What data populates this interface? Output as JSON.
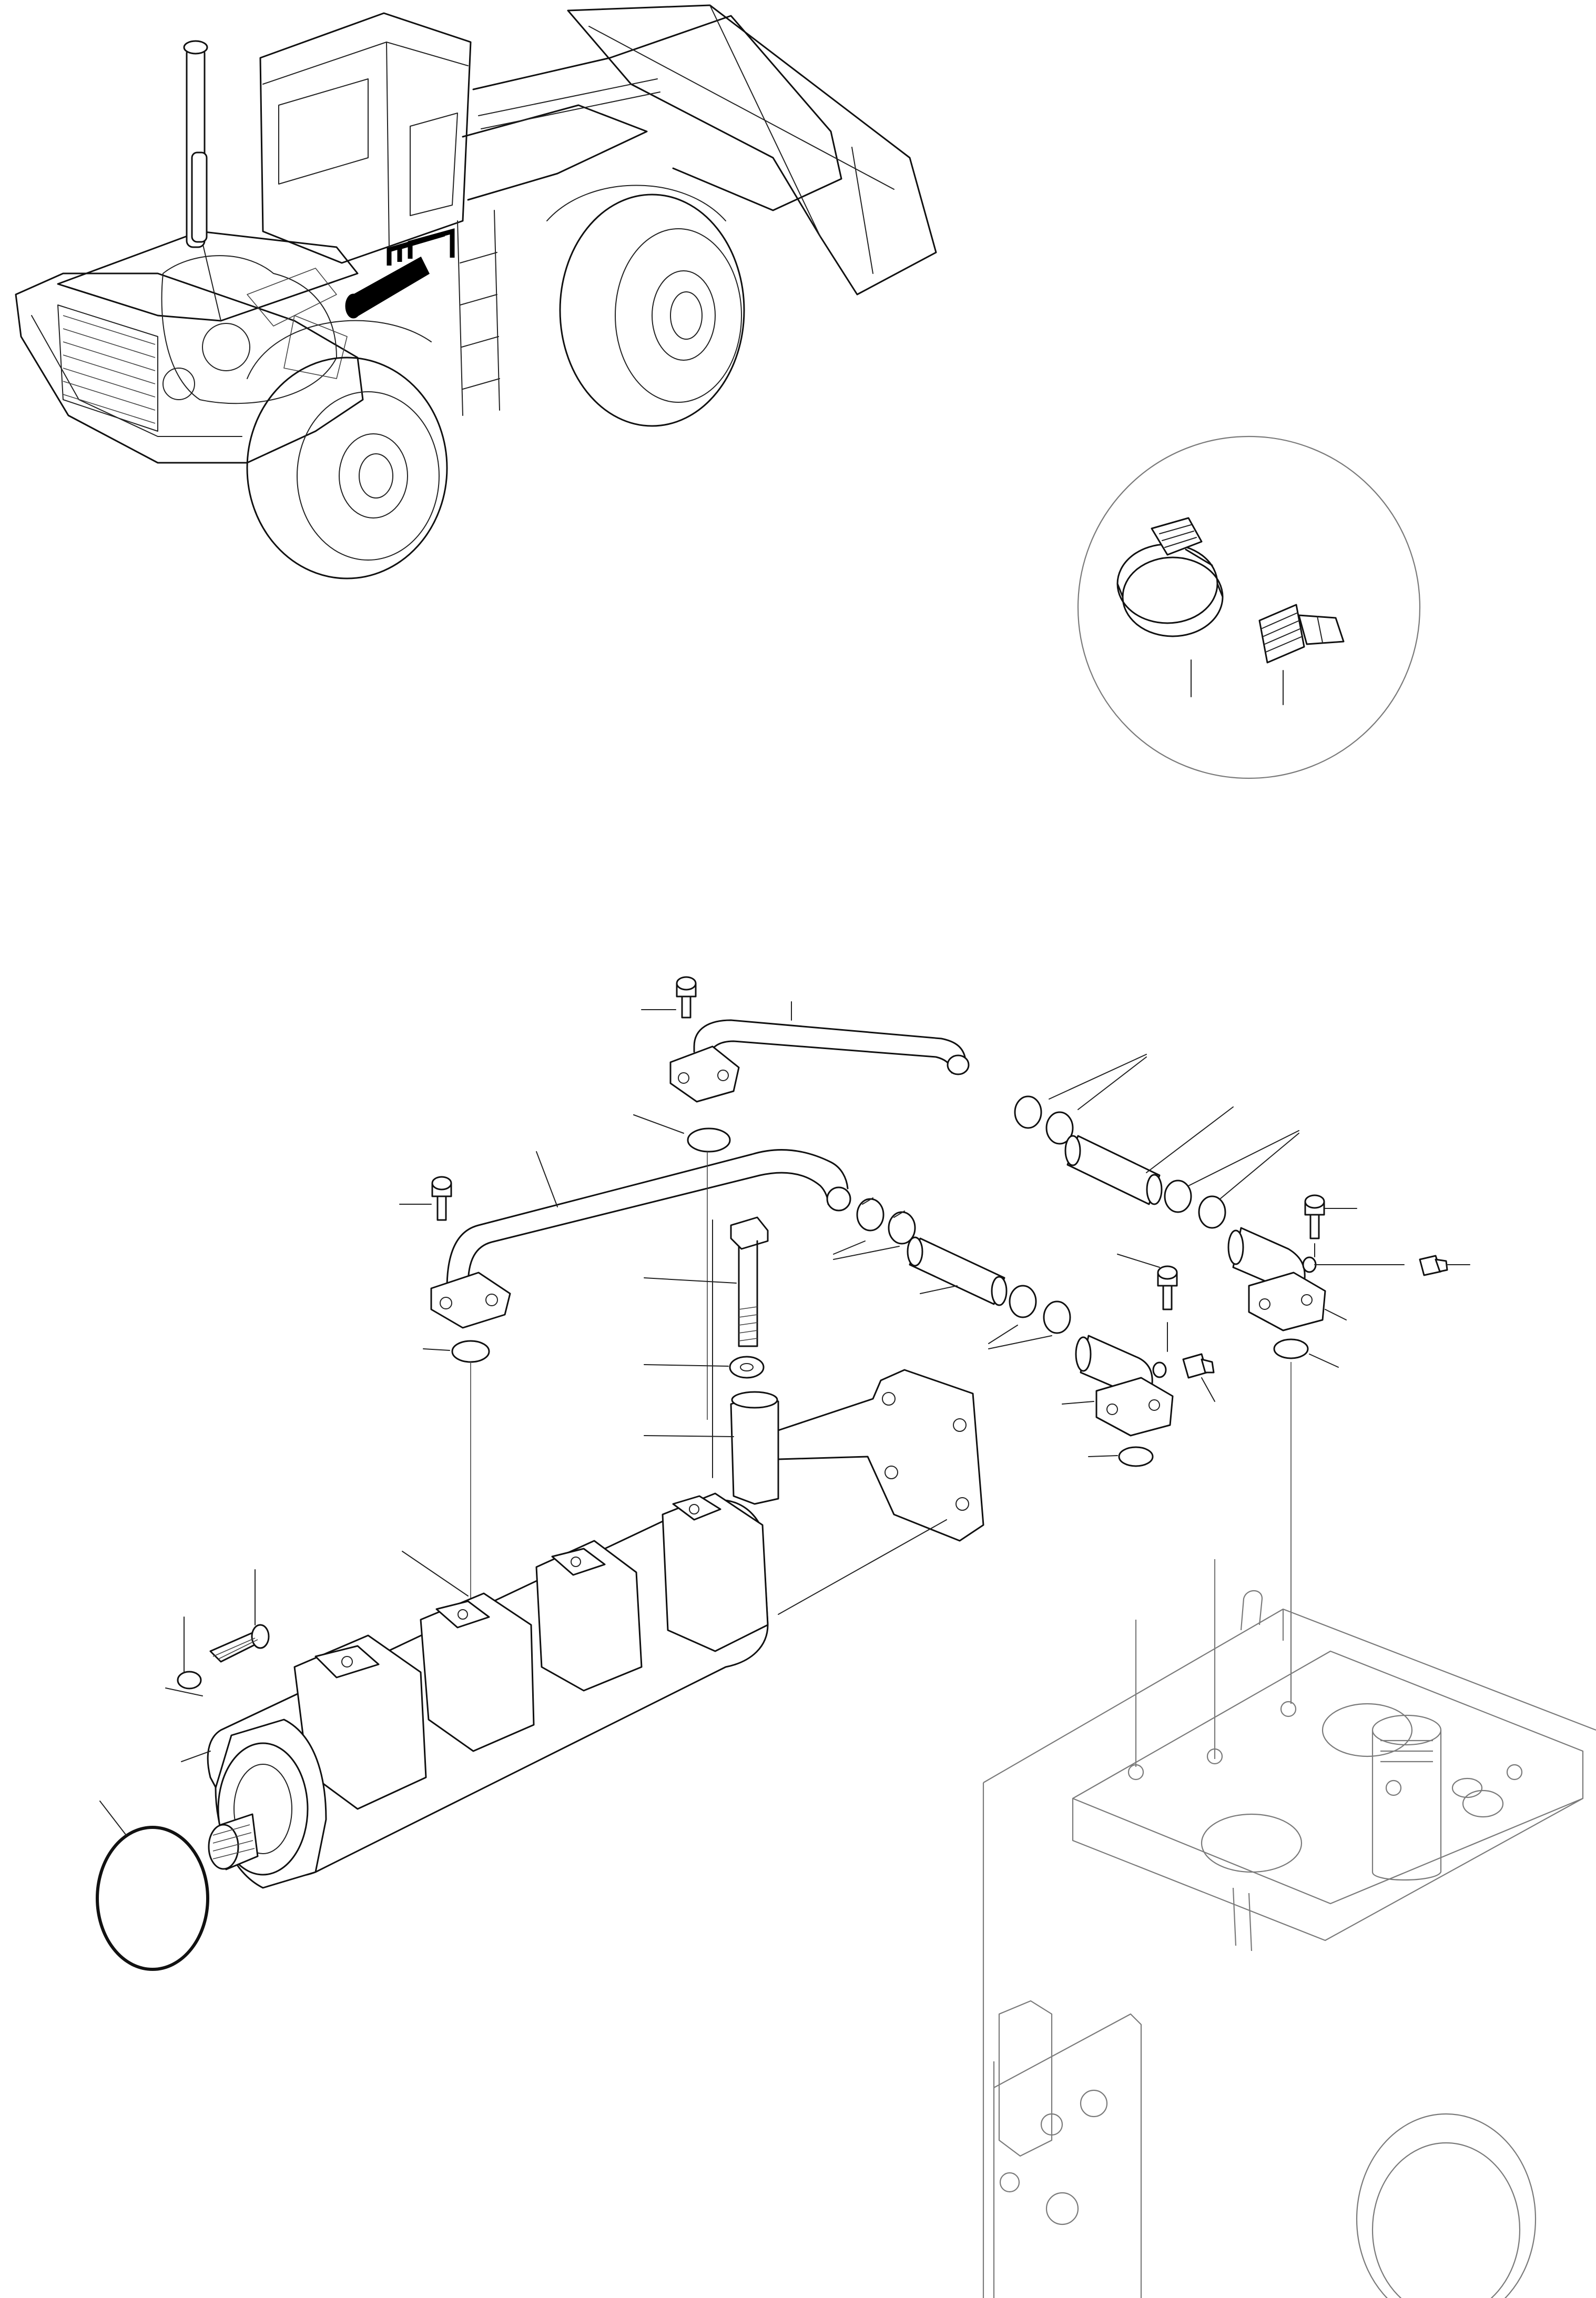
{
  "figure": {
    "type": "exploded parts diagram",
    "machine": "wheel-loader",
    "highlight_color": "#000000",
    "line_color": "#111111",
    "background": "#ffffff"
  },
  "views": [
    {
      "id": "machine-locator",
      "icon": "wheel-loader-icon"
    },
    {
      "id": "detail-circle",
      "icon": "magnifier-detail-icon",
      "parts": [
        "hose-clamp",
        "plug"
      ]
    },
    {
      "id": "exploded-view",
      "parts": [
        "hydraulic-pump",
        "o-ring",
        "pipe",
        "elbow-flange",
        "hose",
        "hose-clamp",
        "bolt",
        "washer",
        "bracket",
        "plug",
        "hydraulic-tank"
      ]
    }
  ]
}
